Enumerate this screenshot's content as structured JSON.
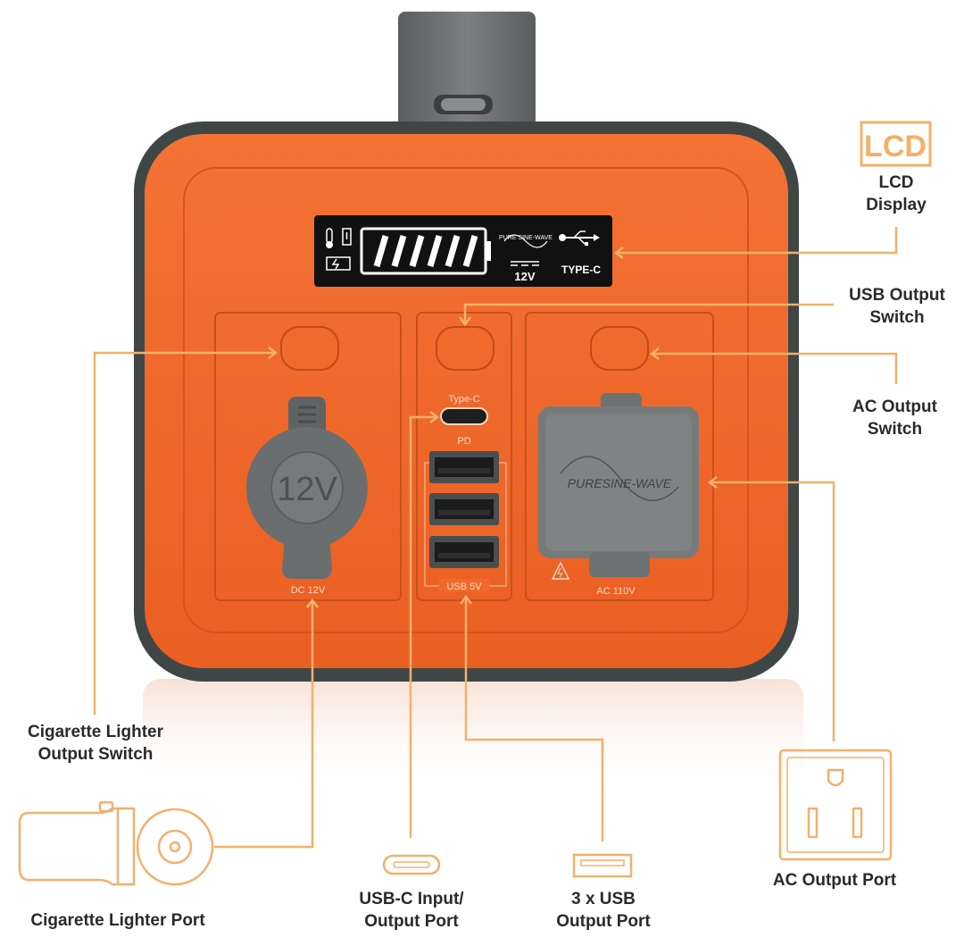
{
  "device": {
    "lcd_screen": {
      "brand_text": "PURE SINE-WAVE",
      "voltage": "12V",
      "port": "TYPE-C"
    },
    "port_labels": {
      "type_c": "Type-C",
      "pd": "PD",
      "usb": "USB 5V",
      "dc": "DC 12V",
      "ac": "AC 110V"
    },
    "cover_text": "PURESINE-WAVE",
    "socket_cap_text": "12V"
  },
  "callouts": {
    "lcd_badge": "LCD",
    "lcd_display": [
      "LCD",
      "Display"
    ],
    "usb_output_switch": [
      "USB Output",
      "Switch"
    ],
    "ac_output_switch": [
      "AC Output",
      "Switch"
    ],
    "cigarette_lighter_output_switch": [
      "Cigarette Lighter",
      "Output Switch"
    ],
    "cigarette_lighter_port": "Cigarette Lighter Port",
    "usb_c_port": [
      "USB-C Input/",
      "Output Port"
    ],
    "usb_output_port": [
      "3 x USB",
      "Output Port"
    ],
    "ac_output_port": "AC Output Port"
  },
  "colors": {
    "body_orange": "#f06a2c",
    "frame_dark": "#3f4746",
    "accent_line": "#f3b06a",
    "cover_gray": "#7a7d7e"
  }
}
